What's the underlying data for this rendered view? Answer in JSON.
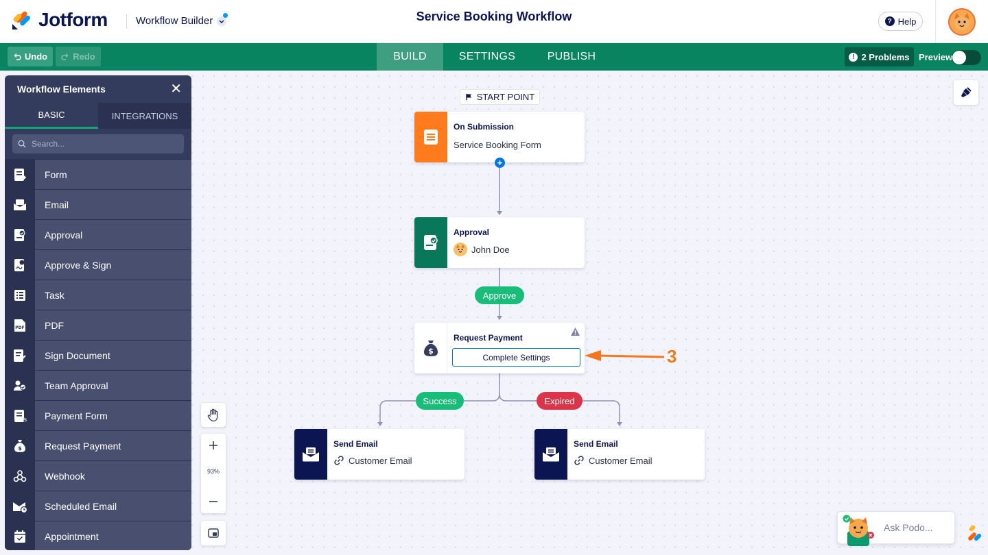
{
  "header": {
    "logo_text": "Jotform",
    "workflow_builder": "Workflow Builder",
    "title": "Service Booking Workflow",
    "help_label": "Help"
  },
  "toolbar": {
    "undo_label": "Undo",
    "redo_label": "Redo",
    "tabs": [
      {
        "label": "BUILD",
        "active": true
      },
      {
        "label": "SETTINGS",
        "active": false
      },
      {
        "label": "PUBLISH",
        "active": false
      }
    ],
    "problems_label": "2 Problems",
    "preview_label": "Preview",
    "preview_enabled": false
  },
  "panel": {
    "title": "Workflow Elements",
    "tabs": [
      "BASIC",
      "INTEGRATIONS"
    ],
    "search_placeholder": "Search...",
    "items": [
      {
        "label": "Form",
        "icon": "form-icon"
      },
      {
        "label": "Email",
        "icon": "email-icon"
      },
      {
        "label": "Approval",
        "icon": "approval-icon"
      },
      {
        "label": "Approve & Sign",
        "icon": "approve-sign-icon"
      },
      {
        "label": "Task",
        "icon": "task-icon"
      },
      {
        "label": "PDF",
        "icon": "pdf-icon"
      },
      {
        "label": "Sign Document",
        "icon": "sign-document-icon"
      },
      {
        "label": "Team Approval",
        "icon": "team-approval-icon"
      },
      {
        "label": "Payment Form",
        "icon": "payment-form-icon"
      },
      {
        "label": "Request Payment",
        "icon": "money-bag-icon"
      },
      {
        "label": "Webhook",
        "icon": "webhook-icon"
      },
      {
        "label": "Scheduled Email",
        "icon": "scheduled-email-icon"
      },
      {
        "label": "Appointment",
        "icon": "calendar-icon"
      }
    ]
  },
  "flow": {
    "start_label": "START POINT",
    "nodes": {
      "submission": {
        "title": "On Submission",
        "subtitle": "Service Booking Form",
        "color": "#ff7b1c"
      },
      "approval": {
        "title": "Approval",
        "subtitle": "John Doe",
        "color": "#09775a"
      },
      "payment": {
        "title": "Request Payment",
        "button": "Complete Settings"
      },
      "email_success": {
        "title": "Send Email",
        "subtitle": "Customer Email",
        "color": "#0a1551"
      },
      "email_expired": {
        "title": "Send Email",
        "subtitle": "Customer Email",
        "color": "#0a1551"
      }
    },
    "labels": {
      "approve": "Approve",
      "success": "Success",
      "expired": "Expired"
    },
    "annotation_number": "3"
  },
  "zoom": {
    "value": "93%"
  },
  "podo": {
    "placeholder": "Ask Podo..."
  },
  "colors": {
    "toolbar_green": "#088560",
    "success_green": "#18bd7a",
    "expired_red": "#dc3449",
    "link_blue": "#0075e3",
    "annotation_orange": "#f7761b"
  }
}
